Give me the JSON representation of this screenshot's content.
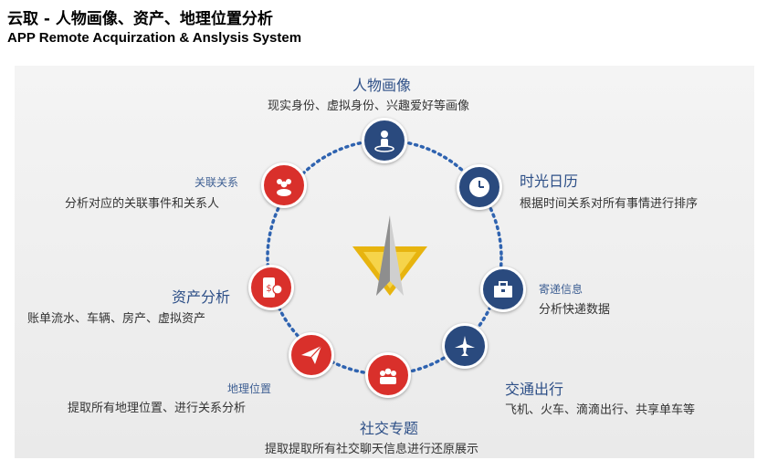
{
  "header": {
    "title_cn": "云取 - 人物画像、资产、地理位置分析",
    "title_en": "APP Remote Acquirzation & Anslysis System"
  },
  "colors": {
    "blue": "#2a4a7e",
    "red": "#d9302b",
    "ring": "#2f63b0",
    "accent_blue": "#2d4f87"
  },
  "nodes": {
    "profile": {
      "title": "人物画像",
      "desc": "现实身份、虚拟身份、兴趣爱好等画像",
      "icon": "person-icon"
    },
    "timeline": {
      "title": "时光日历",
      "desc": "根据时间关系对所有事情进行排序",
      "icon": "clock-icon"
    },
    "express": {
      "title": "寄递信息",
      "desc": "分析快递数据",
      "icon": "toolbox-icon"
    },
    "transport": {
      "title": "交通出行",
      "desc": "飞机、火车、滴滴出行、共享单车等",
      "icon": "airplane-icon"
    },
    "social": {
      "title": "社交专题",
      "desc": "提取提取所有社交聊天信息进行还原展示",
      "icon": "social-group-icon"
    },
    "location": {
      "title": "地理位置",
      "desc": "提取所有地理位置、进行关系分析",
      "icon": "paper-plane-icon"
    },
    "assets": {
      "title": "资产分析",
      "desc": "账单流水、车辆、房产、虚拟资产",
      "icon": "money-phone-icon"
    },
    "relations": {
      "title": "关联关系",
      "desc": "分析对应的关联事件和关系人",
      "icon": "people-group-icon"
    }
  }
}
